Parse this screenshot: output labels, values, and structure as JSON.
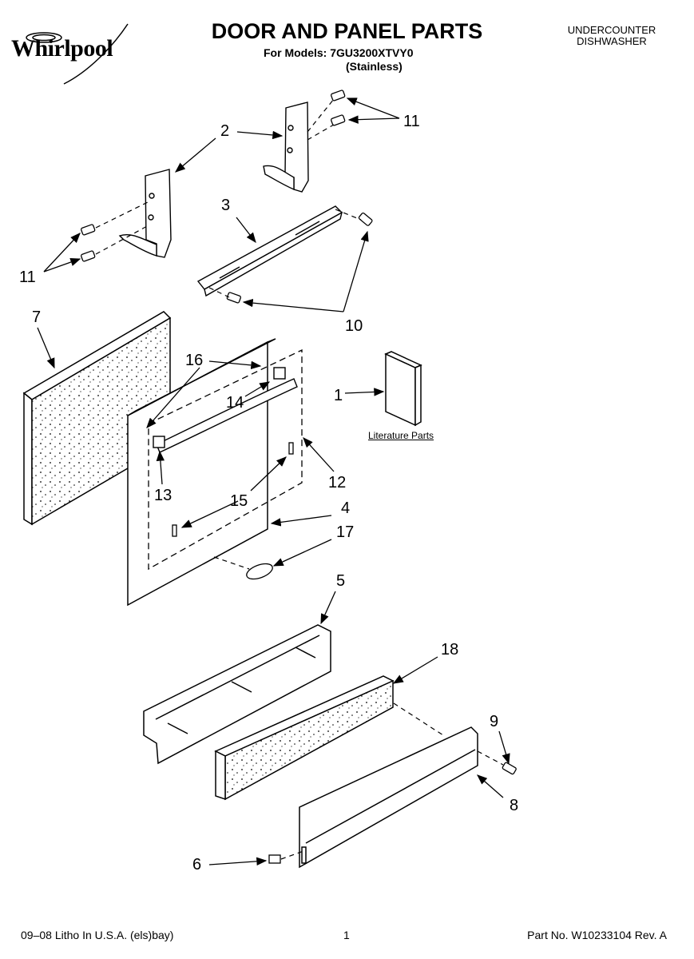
{
  "header": {
    "brand": "Whirlpool",
    "title": "DOOR AND PANEL PARTS",
    "models_line": "For Models: 7GU3200XTVY0",
    "finish": "(Stainless)",
    "appliance_line1": "UNDERCOUNTER",
    "appliance_line2": "DISHWASHER"
  },
  "callouts": {
    "c1": "1",
    "c2": "2",
    "c3": "3",
    "c4": "4",
    "c5": "5",
    "c6": "6",
    "c7": "7",
    "c8": "8",
    "c9": "9",
    "c10": "10",
    "c11a": "11",
    "c11b": "11",
    "c12": "12",
    "c13": "13",
    "c14": "14",
    "c15": "15",
    "c16": "16",
    "c17": "17",
    "c18": "18"
  },
  "literature_label": "Literature Parts",
  "footer": {
    "litho": "09–08 Litho In U.S.A. (els)bay)",
    "page": "1",
    "part_no": "Part No. W10233104 Rev. A"
  }
}
